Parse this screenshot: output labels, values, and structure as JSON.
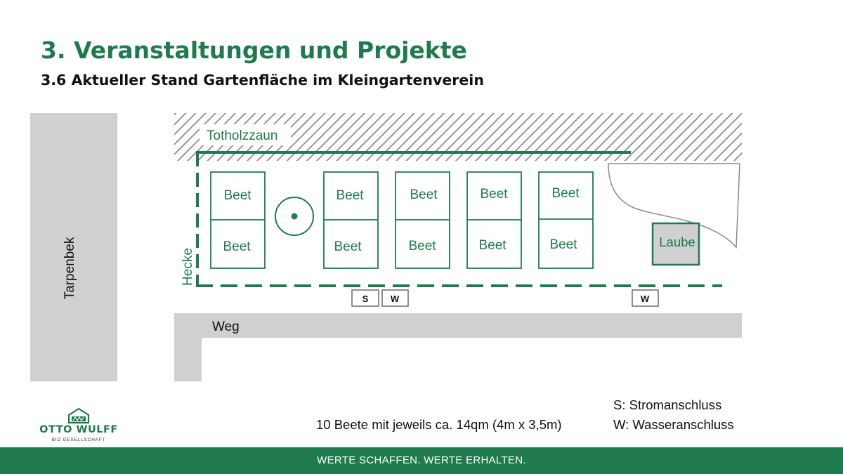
{
  "header": {
    "title": "3. Veranstaltungen und Projekte",
    "subtitle": "3.6 Aktueller Stand Gartenfläche im Kleingartenverein"
  },
  "plan": {
    "tarpenbek_label": "Tarpenbek",
    "totholzzaun_label": "Totholzzaun",
    "hecke_label": "Hecke",
    "weg_label": "Weg",
    "beete": [
      [
        "Beet",
        "Beet"
      ],
      [
        "Beet",
        "Beet"
      ],
      [
        "Beet",
        "Beet"
      ],
      [
        "Beet",
        "Beet"
      ],
      [
        "Beet",
        "Beet"
      ]
    ],
    "laube_label": "Laube",
    "connectors": [
      "S",
      "W",
      "W"
    ]
  },
  "notes": {
    "beete_info": "10 Beete mit jeweils ca. 14qm (4m x 3,5m)",
    "legend_s": "S: Stromanschluss",
    "legend_w": "W: Wasseranschluss"
  },
  "logo": {
    "name": "OTTO WULFF",
    "subtitle": "BID GESELLSCHAFT"
  },
  "footer": {
    "slogan": "WERTE SCHAFFEN. WERTE ERHALTEN."
  },
  "colors": {
    "brand_green": "#1f7a4d",
    "gray_area": "#d0d0d0",
    "text": "#111111"
  }
}
